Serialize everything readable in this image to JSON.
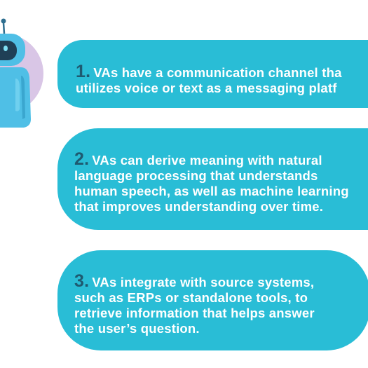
{
  "colors": {
    "card_bg": "#29bdd6",
    "number_accent": "#1e5a70",
    "text": "#ffffff",
    "robot_body": "#4fbfe6",
    "robot_backdrop": "#d9c6e6"
  },
  "robot": {
    "icon": "robot-icon"
  },
  "cards": [
    {
      "number": "1.",
      "lines": [
        "VAs have a communication channel tha",
        "utilizes voice or text as a messaging platf"
      ]
    },
    {
      "number": "2.",
      "lines": [
        "VAs can derive meaning with natural",
        "language processing that understands",
        "human speech, as well as machine learning",
        "that improves understanding over time."
      ]
    },
    {
      "number": "3.",
      "lines": [
        "VAs integrate with source systems,",
        "such as ERPs or standalone tools, to",
        "retrieve information that helps answer",
        "the user’s question."
      ]
    }
  ]
}
